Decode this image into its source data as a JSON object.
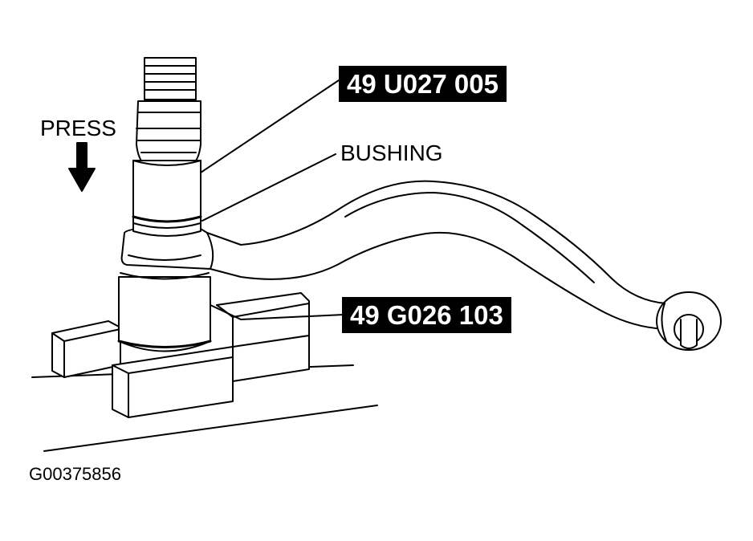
{
  "labels": {
    "press": "PRESS",
    "bushing": "BUSHING",
    "tool_upper": "49 U027 005",
    "tool_lower": "49 G026 103",
    "figure_id": "G00375856"
  },
  "colors": {
    "ink": "#000000",
    "paper": "#ffffff"
  },
  "icons": {
    "press_direction": "arrow-down-icon"
  }
}
